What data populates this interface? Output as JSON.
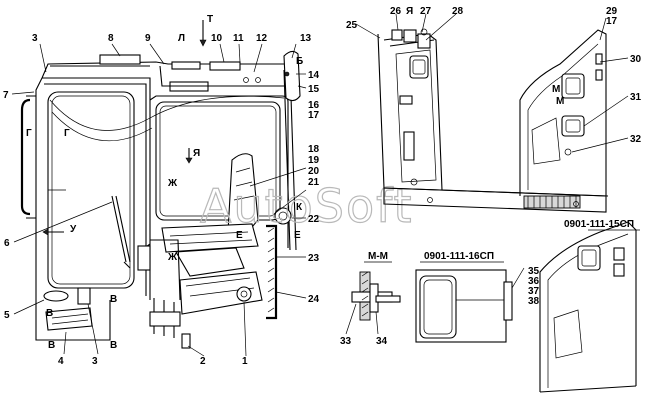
{
  "diagram": {
    "watermark": "AutoSoft",
    "captions": {
      "main_right": "0901-111-15СП",
      "inset_center": "0901-111-16СП",
      "section_mm": "М-М"
    },
    "callouts": {
      "n1": "1",
      "n2": "2",
      "n3a": "3",
      "n3b": "3",
      "n4": "4",
      "n5": "5",
      "n6": "6",
      "n7": "7",
      "n8": "8",
      "n9": "9",
      "n10": "10",
      "n11": "11",
      "n12": "12",
      "n13": "13",
      "n14": "14",
      "n15": "15",
      "n16": "16",
      "n17": "17",
      "n18": "18",
      "n19": "19",
      "n20": "20",
      "n21": "21",
      "n22": "22",
      "n23": "23",
      "n24": "24",
      "n25": "25",
      "n26": "26",
      "n27": "27",
      "n28": "28",
      "n29": "29",
      "n17b": "17",
      "n30": "30",
      "n31": "31",
      "n32": "32",
      "n33": "33",
      "n34": "34",
      "n35": "35",
      "n36": "36",
      "n37": "37",
      "n38": "38"
    },
    "view_letters": {
      "T": "Т",
      "L": "Л",
      "B": "Б",
      "K": "К",
      "Ya": "Я",
      "YaTop": "Я",
      "G1": "Г",
      "G2": "Г",
      "Zh1": "Ж",
      "Zh2": "Ж",
      "U": "У",
      "E1": "Е",
      "E2": "Е",
      "V1": "В",
      "V2": "В",
      "V3": "В",
      "V4": "В",
      "M1": "М",
      "M2": "М"
    }
  }
}
